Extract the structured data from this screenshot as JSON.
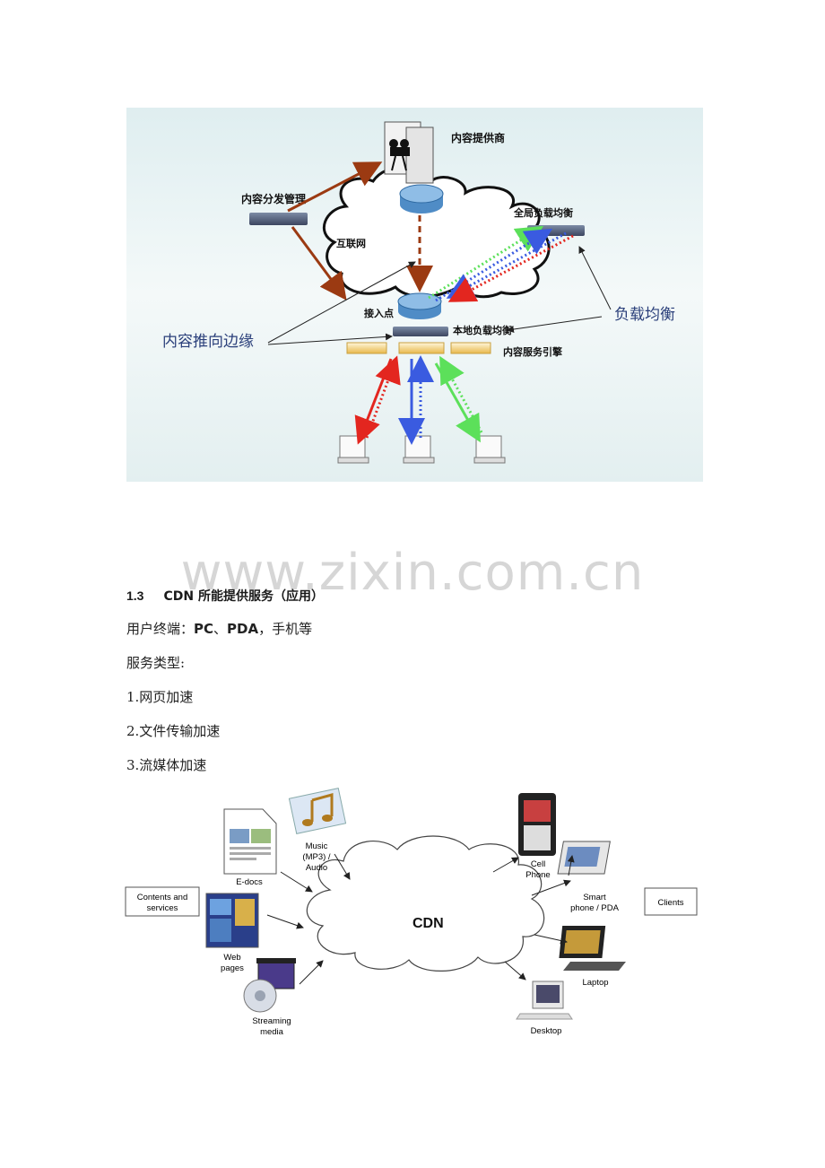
{
  "figure1": {
    "content_provider": "内容提供商",
    "content_mgmt": "内容分发管理",
    "internet": "互联网",
    "global_lb": "全局负载均衡",
    "access_point": "接入点",
    "local_lb": "本地负载均衡",
    "service_engine": "内容服务引擎",
    "push_to_edge": "内容推向边缘",
    "load_balance": "负载均衡"
  },
  "watermark": "www.zixin.com.cn",
  "section": {
    "number": "1.3",
    "title": "CDN 所能提供服务（应用）"
  },
  "terminals": {
    "label": "用户终端：",
    "pc": "PC",
    "sep1": "、",
    "pda": "PDA",
    "rest": "，手机等"
  },
  "service_types_label": "服务类型:",
  "service_items": [
    "1.网页加速",
    "2.文件传输加速",
    "3.流媒体加速"
  ],
  "figure2": {
    "center": "CDN",
    "left_box_line1": "Contents and",
    "left_box_line2": "services",
    "right_box": "Clients",
    "edocs": "E-docs",
    "music_line1": "Music",
    "music_line2": "(MP3) /",
    "music_line3": "Audio",
    "web_line1": "Web",
    "web_line2": "pages",
    "stream_line1": "Streaming",
    "stream_line2": "media",
    "cell_line1": "Cell",
    "cell_line2": "Phone",
    "smart_line1": "Smart",
    "smart_line2": "phone / PDA",
    "laptop": "Laptop",
    "desktop": "Desktop"
  },
  "colors": {
    "arrow_brown": "#9b3a12",
    "arrow_red": "#e3261f",
    "arrow_blue": "#3a5be0",
    "arrow_green": "#5ce05a",
    "label_blue": "#2a3f7a",
    "router_blue": "#4f8cc6"
  }
}
